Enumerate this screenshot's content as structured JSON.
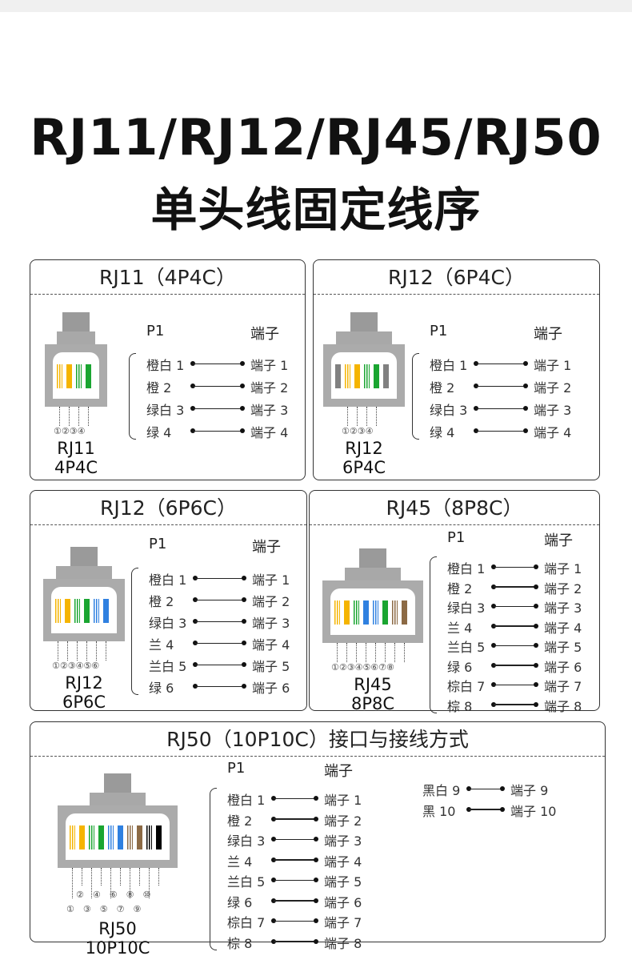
{
  "title": {
    "line1": "RJ11/RJ12/RJ45/RJ50",
    "line2": "单头线固定线序"
  },
  "colors": {
    "orange": "#f5b400",
    "green": "#1aa531",
    "blue": "#2f80e0",
    "brown": "#8c6a45",
    "gray": "#808080",
    "black": "#000000"
  },
  "cards": [
    {
      "title": "RJ11（4P4C）",
      "model": "RJ11",
      "sub": "4P4C",
      "pin_numbers": "①②③④",
      "head_left": "P1",
      "head_right": "端子",
      "pins": [
        [
          "orange",
          1
        ],
        [
          "orange",
          0
        ],
        [
          "green",
          1
        ],
        [
          "green",
          0
        ]
      ],
      "rows": [
        {
          "l": "橙白 1",
          "r": "端子 1"
        },
        {
          "l": "橙 2",
          "r": "端子 2"
        },
        {
          "l": "绿白 3",
          "r": "端子 3"
        },
        {
          "l": "绿 4",
          "r": "端子 4"
        }
      ]
    },
    {
      "title": "RJ12（6P4C）",
      "model": "RJ12",
      "sub": "6P4C",
      "pin_numbers": "①②③④",
      "head_left": "P1",
      "head_right": "端子",
      "pins": [
        [
          "gray",
          0
        ],
        [
          "orange",
          1
        ],
        [
          "orange",
          0
        ],
        [
          "green",
          1
        ],
        [
          "green",
          0
        ],
        [
          "gray",
          0
        ]
      ],
      "rows": [
        {
          "l": "橙白 1",
          "r": "端子 1"
        },
        {
          "l": "橙 2",
          "r": "端子 2"
        },
        {
          "l": "绿白 3",
          "r": "端子 3"
        },
        {
          "l": "绿 4",
          "r": "端子 4"
        }
      ]
    },
    {
      "title": "RJ12（6P6C）",
      "model": "RJ12",
      "sub": "6P6C",
      "pin_numbers": "①②③④⑤⑥",
      "head_left": "P1",
      "head_right": "端子",
      "pins": [
        [
          "orange",
          1
        ],
        [
          "orange",
          0
        ],
        [
          "green",
          1
        ],
        [
          "green",
          0
        ],
        [
          "blue",
          1
        ],
        [
          "blue",
          0
        ]
      ],
      "rows": [
        {
          "l": "橙白 1",
          "r": "端子 1"
        },
        {
          "l": "橙 2",
          "r": "端子 2"
        },
        {
          "l": "绿白 3",
          "r": "端子 3"
        },
        {
          "l": "兰 4",
          "r": "端子 4"
        },
        {
          "l": "兰白 5",
          "r": "端子 5"
        },
        {
          "l": "绿 6",
          "r": "端子 6"
        }
      ]
    },
    {
      "title": "RJ45（8P8C）",
      "model": "RJ45",
      "sub": "8P8C",
      "pin_numbers": "①②③④⑤⑥⑦⑧",
      "head_left": "P1",
      "head_right": "端子",
      "pins": [
        [
          "orange",
          1
        ],
        [
          "orange",
          0
        ],
        [
          "green",
          1
        ],
        [
          "blue",
          0
        ],
        [
          "blue",
          1
        ],
        [
          "green",
          0
        ],
        [
          "brown",
          1
        ],
        [
          "brown",
          0
        ]
      ],
      "rows": [
        {
          "l": "橙白 1",
          "r": "端子 1"
        },
        {
          "l": "橙 2",
          "r": "端子 2"
        },
        {
          "l": "绿白 3",
          "r": "端子 3"
        },
        {
          "l": "兰 4",
          "r": "端子 4"
        },
        {
          "l": "兰白 5",
          "r": "端子 5"
        },
        {
          "l": "绿 6",
          "r": "端子 6"
        },
        {
          "l": "棕白 7",
          "r": "端子 7"
        },
        {
          "l": "棕 8",
          "r": "端子 8"
        }
      ]
    },
    {
      "title": "RJ50（10P10C）接口与接线方式",
      "model": "RJ50",
      "sub": "10P10C",
      "pin_numbers": "②④⑥⑧⑩",
      "pin_numbers_2": "①③⑤⑦⑨",
      "head_left": "P1",
      "head_right": "端子",
      "pins": [
        [
          "orange",
          1
        ],
        [
          "orange",
          0
        ],
        [
          "green",
          1
        ],
        [
          "green",
          0
        ],
        [
          "blue",
          1
        ],
        [
          "blue",
          0
        ],
        [
          "brown",
          1
        ],
        [
          "brown",
          0
        ],
        [
          "black",
          1
        ],
        [
          "black",
          0
        ]
      ],
      "rows": [
        {
          "l": "橙白 1",
          "r": "端子 1"
        },
        {
          "l": "橙 2",
          "r": "端子 2"
        },
        {
          "l": "绿白 3",
          "r": "端子 3"
        },
        {
          "l": "兰 4",
          "r": "端子 4"
        },
        {
          "l": "兰白 5",
          "r": "端子 5"
        },
        {
          "l": "绿 6",
          "r": "端子 6"
        },
        {
          "l": "棕白 7",
          "r": "端子 7"
        },
        {
          "l": "棕 8",
          "r": "端子 8"
        }
      ],
      "extra_rows": [
        {
          "l": "黑白 9",
          "r": "端子 9"
        },
        {
          "l": "黑 10",
          "r": "端子 10"
        }
      ]
    }
  ]
}
